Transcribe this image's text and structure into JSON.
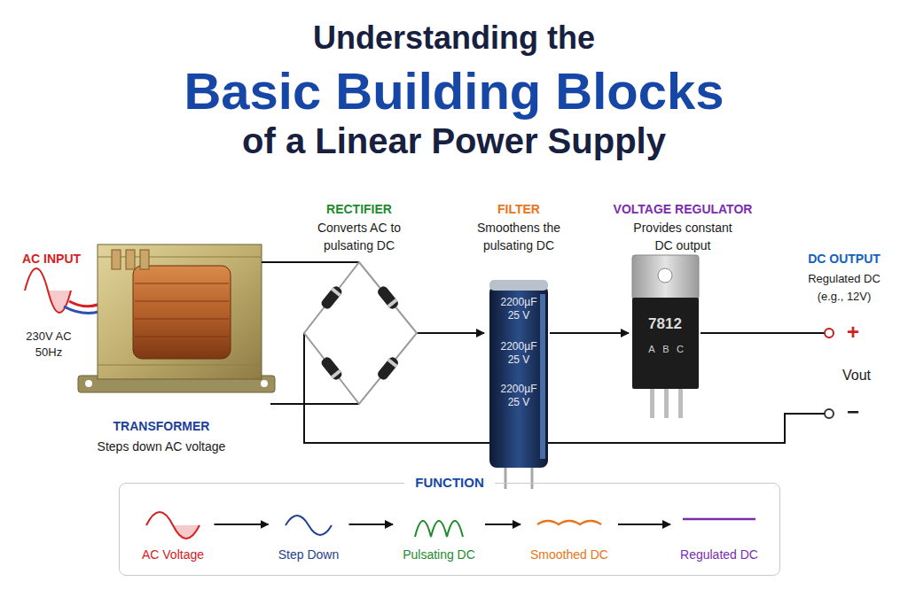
{
  "diagram": {
    "title": "Basic Building Blocks",
    "nodes": [
      {
        "text": [
          "FUNCTION"
        ]
      },
      {
        "text": [
          "AC Voltage"
        ],
        "in": 0
      },
      {
        "text": [
          "Step Down"
        ],
        "in": 0
      },
      {
        "text": [
          "Pulsating DC"
        ],
        "in": 0
      },
      {
        "text": [
          "Smoothed DC"
        ],
        "in": 0
      },
      {
        "text": [
          "Regulated DC"
        ],
        "in": 0
      }
    ],
    "edges": [
      {
        "from": 1,
        "to": 2,
        "arrow": "to"
      },
      {
        "from": 2,
        "to": 3,
        "arrow": "to"
      },
      {
        "from": 3,
        "to": 4,
        "arrow": "to"
      },
      {
        "from": 4,
        "to": 5,
        "arrow": "to"
      }
    ],
    "labels": [
      "Understanding the",
      "of a Linear Power Supply",
      "RECTIFIER",
      "Converts AC to pulsating DC",
      "FILTER",
      "Smoothens the pulsating DC",
      "VOLTAGE REGULATOR",
      "Provides constant DC output",
      "AC INPUT",
      "DC OUTPUT",
      "Regulated DC (e.g., 12V)",
      "2200µF",
      "25 V",
      "2200µF",
      "25 V",
      "2200µF",
      "25 V",
      "7812",
      "A",
      "B",
      "C",
      "+",
      "230V AC 50Hz",
      "Vout",
      "−",
      "TRANSFORMER",
      "Steps down AC voltage"
    ]
  }
}
